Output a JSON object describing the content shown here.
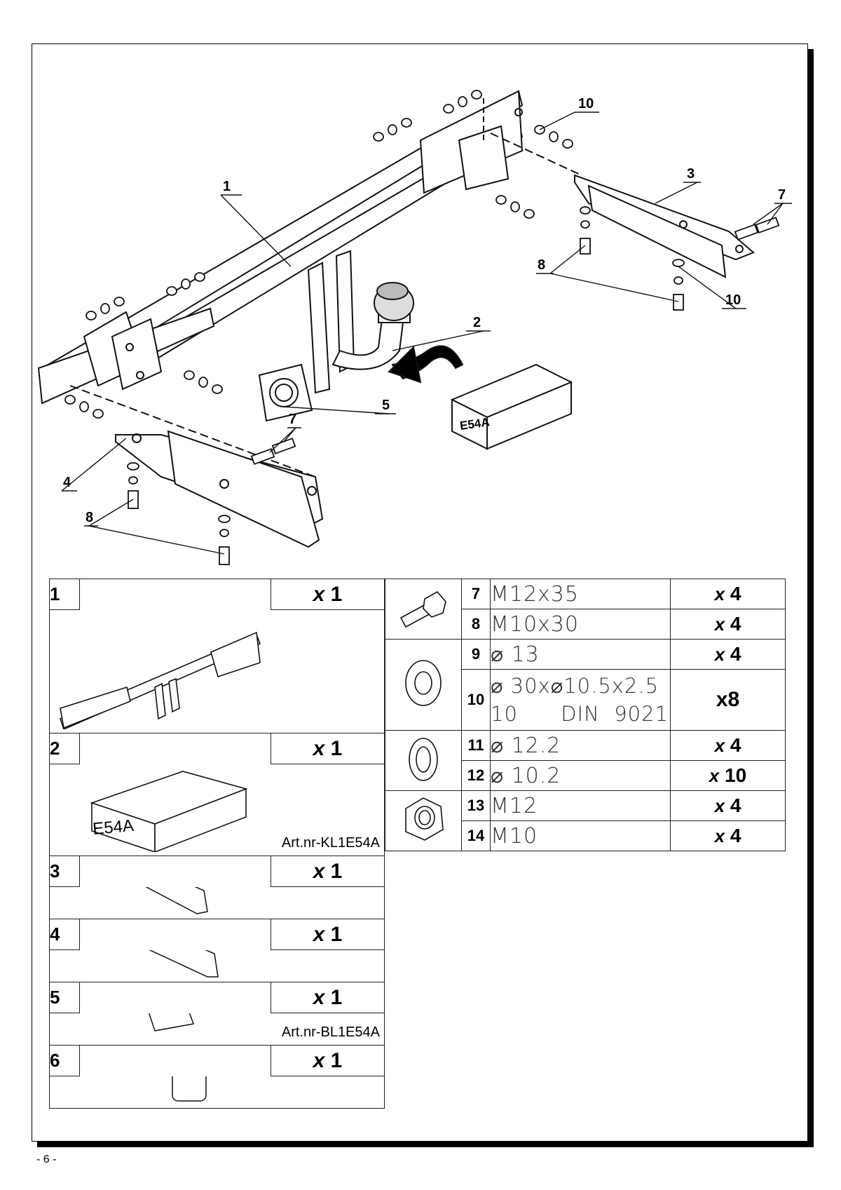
{
  "drawing": {
    "callouts": [
      "1",
      "2",
      "3",
      "4",
      "5",
      "7",
      "7",
      "8",
      "8",
      "10",
      "10"
    ],
    "box_label": "E54A"
  },
  "parts_left": [
    {
      "num": "1",
      "qty_prefix": "x",
      "qty": "1",
      "art": ""
    },
    {
      "num": "2",
      "qty_prefix": "x",
      "qty": "1",
      "art": "Art.nr-KL1E54A",
      "box_label": "E54A"
    },
    {
      "num": "3",
      "qty_prefix": "x",
      "qty": "1",
      "art": ""
    },
    {
      "num": "4",
      "qty_prefix": "x",
      "qty": "1",
      "art": ""
    },
    {
      "num": "5",
      "qty_prefix": "x",
      "qty": "1",
      "art": "Art.nr-BL1E54A"
    },
    {
      "num": "6",
      "qty_prefix": "x",
      "qty": "1",
      "art": ""
    }
  ],
  "parts_right": [
    {
      "num": "7",
      "spec": "M12x35",
      "qty_prefix": "x",
      "qty": "4"
    },
    {
      "num": "8",
      "spec": "M10x30",
      "qty_prefix": "x",
      "qty": "4"
    },
    {
      "num": "9",
      "spec": "⌀ 13",
      "qty_prefix": "x",
      "qty": "4"
    },
    {
      "num": "10",
      "spec": "⌀ 30x⌀10.5x2.5",
      "spec2": "10      DIN  9021",
      "qty_prefix": "",
      "qty": "x8"
    },
    {
      "num": "11",
      "spec": "⌀ 12.2",
      "qty_prefix": "x",
      "qty": "4"
    },
    {
      "num": "12",
      "spec": "⌀ 10.2",
      "qty_prefix": "x",
      "qty": "10"
    },
    {
      "num": "13",
      "spec": "M12",
      "qty_prefix": "x",
      "qty": "4"
    },
    {
      "num": "14",
      "spec": "M10",
      "qty_prefix": "x",
      "qty": "4"
    }
  ],
  "page_number": "- 6 -"
}
